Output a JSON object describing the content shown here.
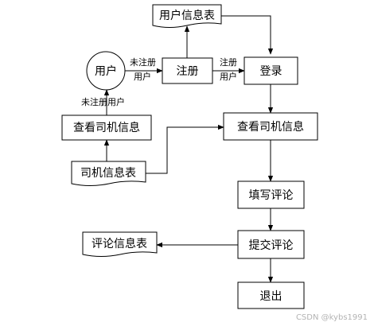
{
  "nodes": {
    "user_info_table": "用户信息表",
    "user": "用户",
    "register": "注册",
    "login": "登录",
    "view_driver_info_left": "查看司机信息",
    "view_driver_info_main": "查看司机信息",
    "driver_info_table": "司机信息表",
    "fill_review": "填写评论",
    "review_info_table": "评论信息表",
    "submit_review": "提交评论",
    "exit": "退出"
  },
  "edge_labels": {
    "user_to_register_line1": "未注册",
    "user_to_register_line2": "用户",
    "register_to_login_line1": "注册",
    "register_to_login_line2": "用户",
    "user_to_view_left": "未注册用户"
  },
  "watermark": "CSDN @kybs1991"
}
